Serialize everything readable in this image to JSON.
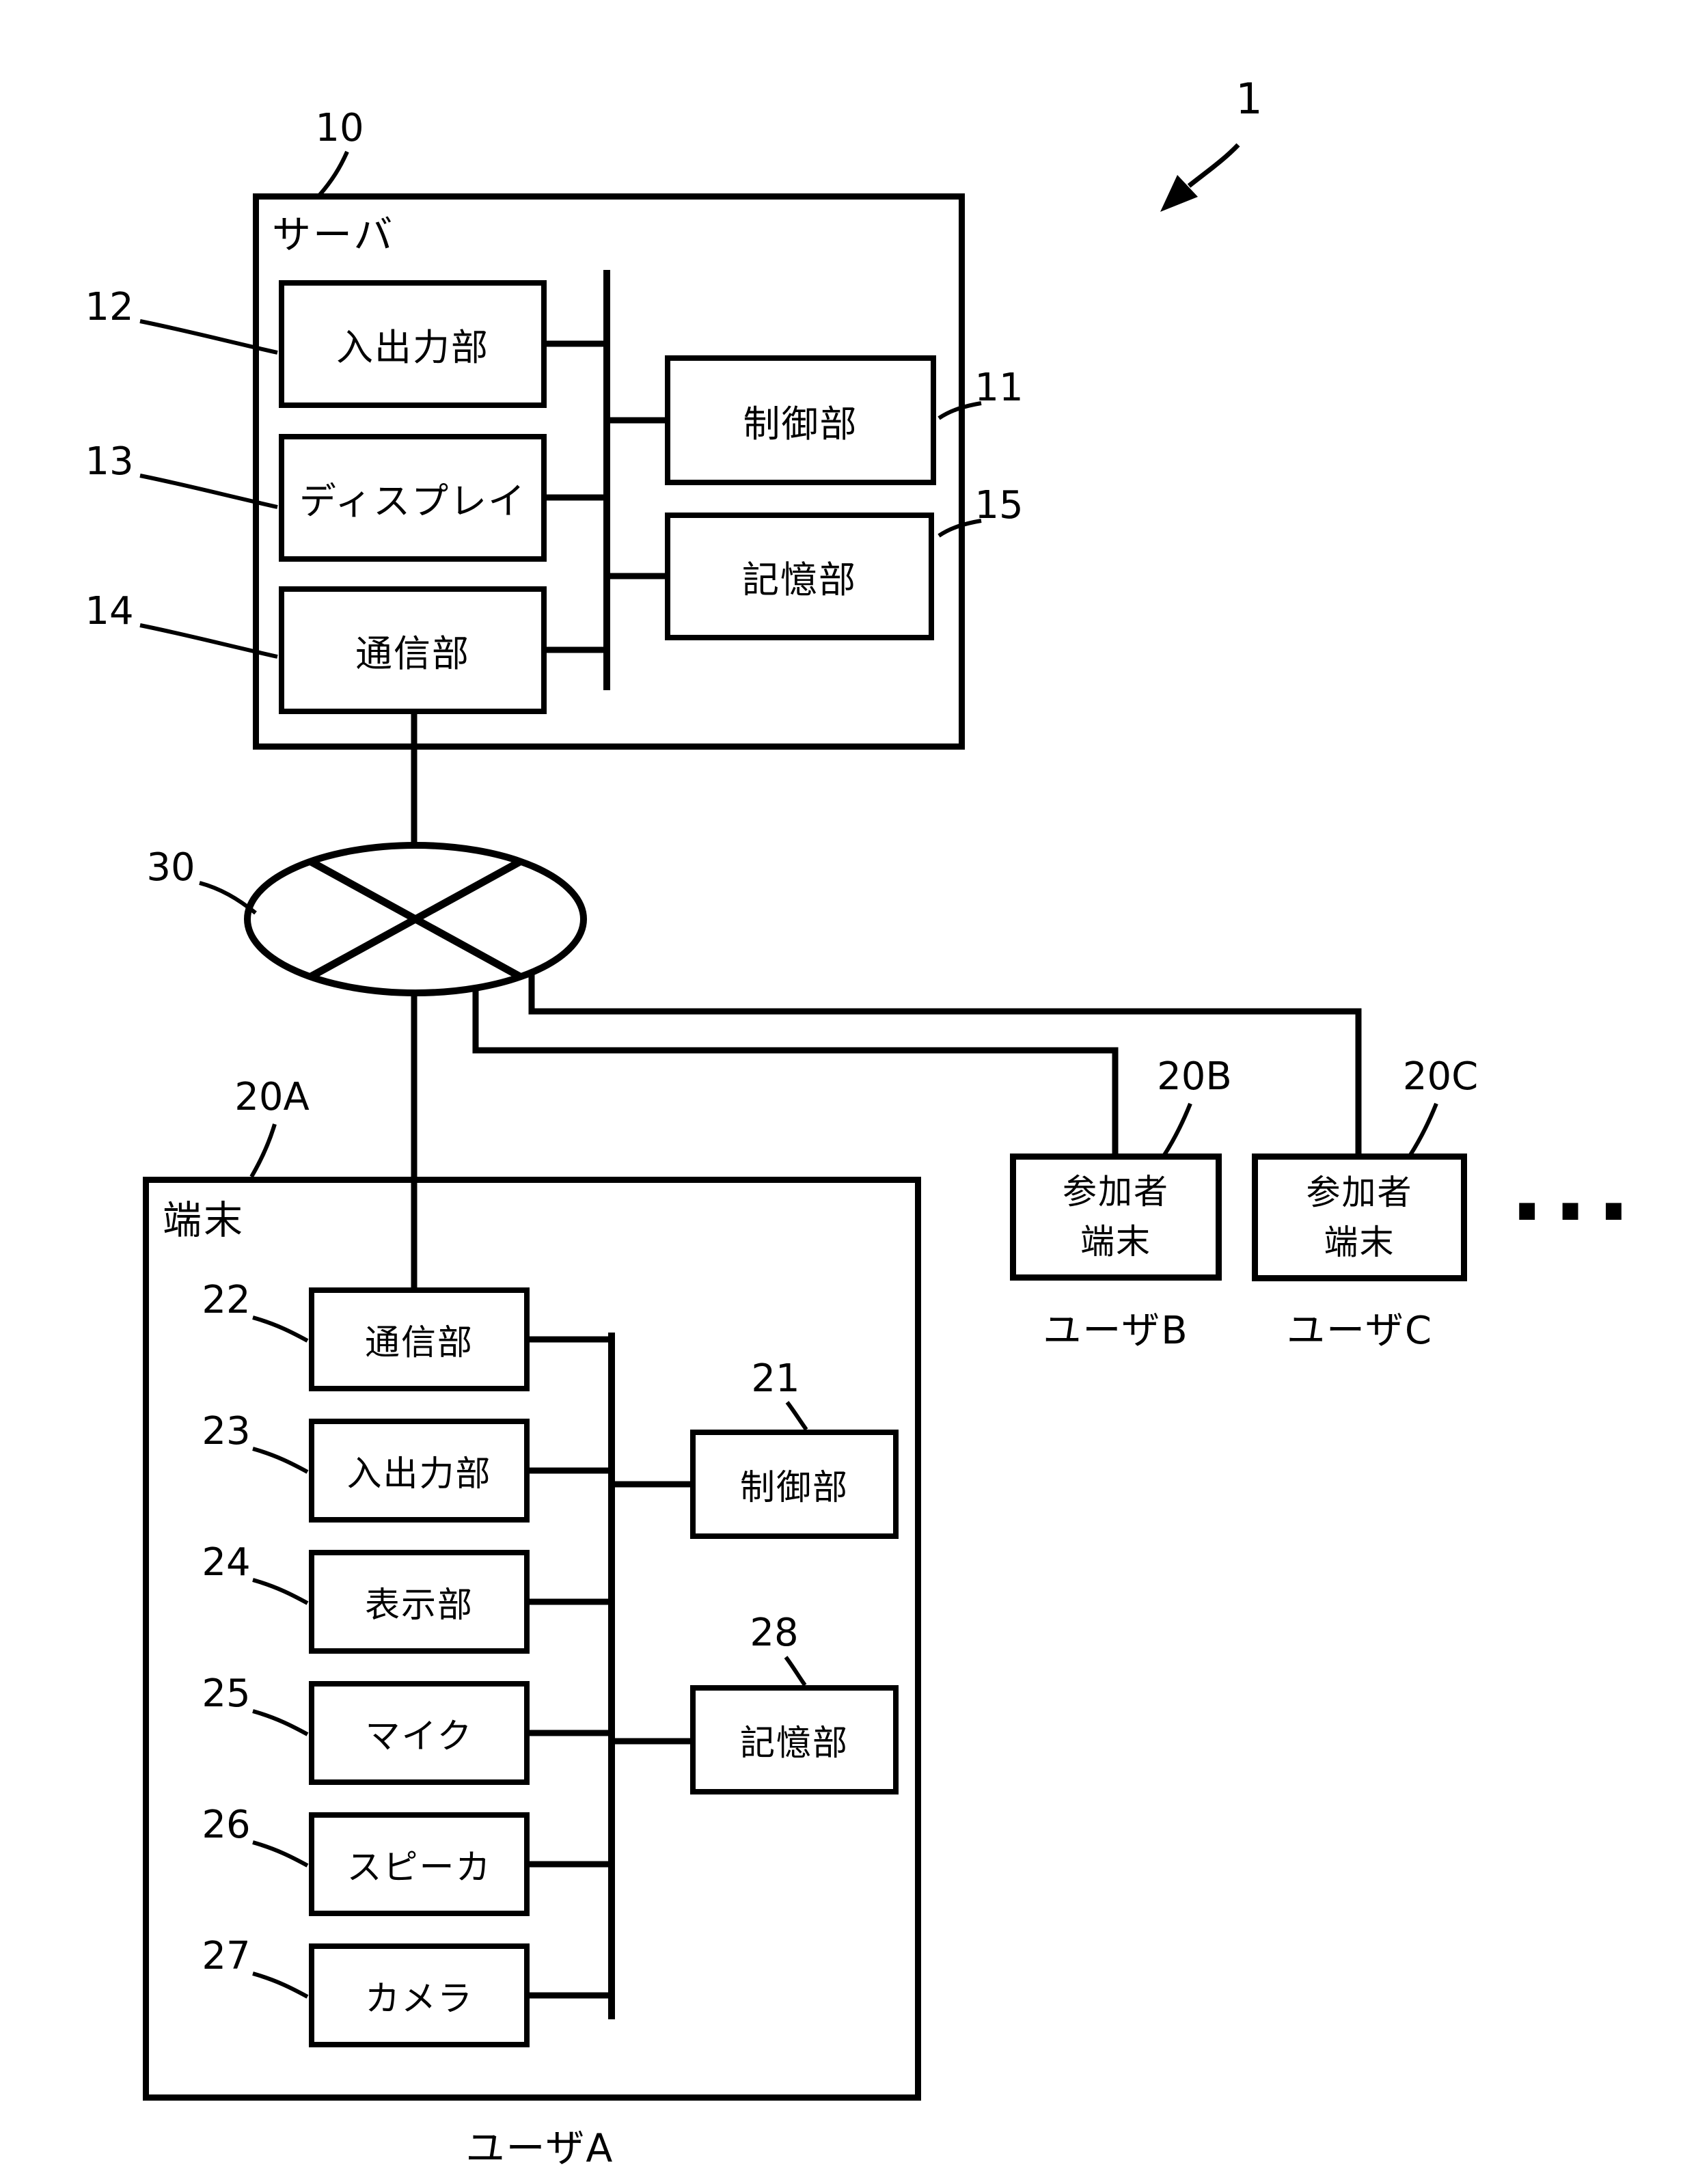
{
  "figure": {
    "ref_overall": "1",
    "server": {
      "ref": "10",
      "title": "サーバ",
      "io": {
        "ref": "12",
        "label": "入出力部"
      },
      "display": {
        "ref": "13",
        "label": "ディスプレイ"
      },
      "comm": {
        "ref": "14",
        "label": "通信部"
      },
      "ctrl": {
        "ref": "11",
        "label": "制御部"
      },
      "storage": {
        "ref": "15",
        "label": "記憶部"
      }
    },
    "network": {
      "ref": "30"
    },
    "terminal": {
      "ref": "20A",
      "title": "端末",
      "user": "ユーザA",
      "comm": {
        "ref": "22",
        "label": "通信部"
      },
      "io": {
        "ref": "23",
        "label": "入出力部"
      },
      "display": {
        "ref": "24",
        "label": "表示部"
      },
      "mic": {
        "ref": "25",
        "label": "マイク"
      },
      "speaker": {
        "ref": "26",
        "label": "スピーカ"
      },
      "camera": {
        "ref": "27",
        "label": "カメラ"
      },
      "ctrl": {
        "ref": "21",
        "label": "制御部"
      },
      "storage": {
        "ref": "28",
        "label": "記憶部"
      }
    },
    "participant_b": {
      "ref": "20B",
      "line1": "参加者",
      "line2": "端末",
      "user": "ユーザB"
    },
    "participant_c": {
      "ref": "20C",
      "line1": "参加者",
      "line2": "端末",
      "user": "ユーザC"
    },
    "more_indicator": "..."
  }
}
